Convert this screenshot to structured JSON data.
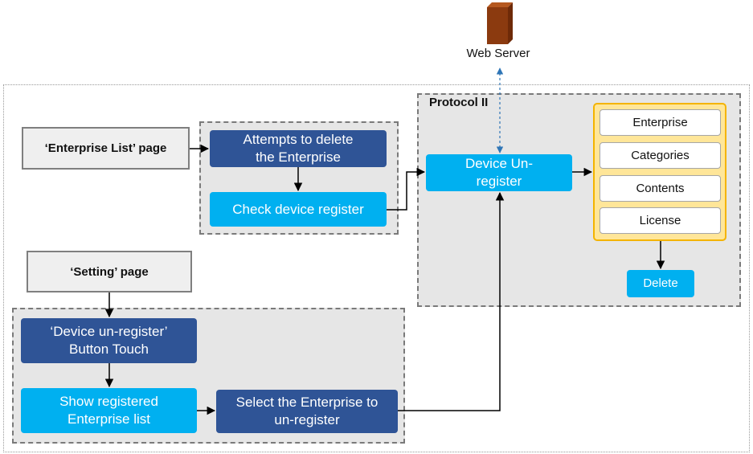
{
  "web_server": {
    "label": "Web Server"
  },
  "protocol": {
    "title": "Protocol II"
  },
  "pages": {
    "enterprise_list": "‘Enterprise List’ page",
    "setting": "‘Setting’ page"
  },
  "enterprise_flow": {
    "attempts_delete": "Attempts to delete the Enterprise",
    "check_device": "Check device register"
  },
  "setting_flow": {
    "button_touch": "‘Device un-register’ Button Touch",
    "show_list": "Show registered Enterprise list",
    "select_enterprise": "Select the Enterprise to un-register"
  },
  "device_unregister": "Device Un-register",
  "delete_targets": [
    "Enterprise",
    "Categories",
    "Contents",
    "License"
  ],
  "delete_button": "Delete",
  "colors": {
    "dark_blue": "#2f5496",
    "light_blue": "#00b0f0",
    "panel_gray": "#e6e6e6",
    "yellow": "#ffe699",
    "yellow_border": "#f4b400",
    "server_brown": "#8b3a0f",
    "dashed_arrow": "#2e75b6"
  },
  "icons": {
    "server": "server-tower-icon"
  }
}
